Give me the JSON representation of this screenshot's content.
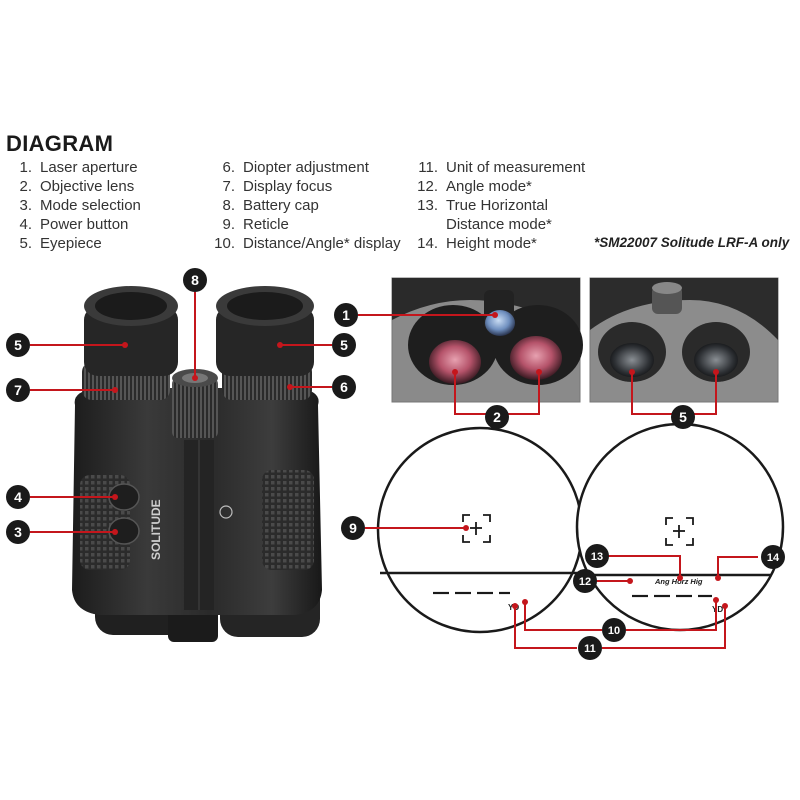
{
  "title": "DIAGRAM",
  "legend": {
    "col1": [
      {
        "n": "1.",
        "label": "Laser aperture"
      },
      {
        "n": "2.",
        "label": "Objective lens"
      },
      {
        "n": "3.",
        "label": "Mode selection"
      },
      {
        "n": "4.",
        "label": "Power button"
      },
      {
        "n": "5.",
        "label": "Eyepiece"
      }
    ],
    "col2": [
      {
        "n": "6.",
        "label": "Diopter adjustment"
      },
      {
        "n": "7.",
        "label": "Display focus"
      },
      {
        "n": "8.",
        "label": "Battery cap"
      },
      {
        "n": "9.",
        "label": "Reticle"
      },
      {
        "n": "10.",
        "label": "Distance/Angle* display"
      }
    ],
    "col3": [
      {
        "n": "11.",
        "label": "Unit of measurement"
      },
      {
        "n": "12.",
        "label": "Angle mode*"
      },
      {
        "n": "13.",
        "label": "True Horizontal"
      },
      {
        "n": "",
        "label": "Distance mode*"
      },
      {
        "n": "14.",
        "label": "Height mode*"
      }
    ]
  },
  "note": "*SM22007 Solitude LRF-A only",
  "callouts": {
    "c1": "1",
    "c2": "2",
    "c3": "3",
    "c4": "4",
    "c5a": "5",
    "c5b": "5",
    "c5c": "5",
    "c6": "6",
    "c7": "7",
    "c8": "8",
    "c9": "9",
    "c10": "10",
    "c11": "11",
    "c12": "12",
    "c13": "13",
    "c14": "14"
  },
  "product": {
    "brand": "SOLITUDE"
  },
  "reticle": {
    "unit": "YD",
    "mode_text": "Ang Horz Hig"
  },
  "colors": {
    "callout_fill": "#1a1a1a",
    "callout_text": "#ffffff",
    "leader_line": "#c4161c",
    "body": "#2a2a2a"
  }
}
